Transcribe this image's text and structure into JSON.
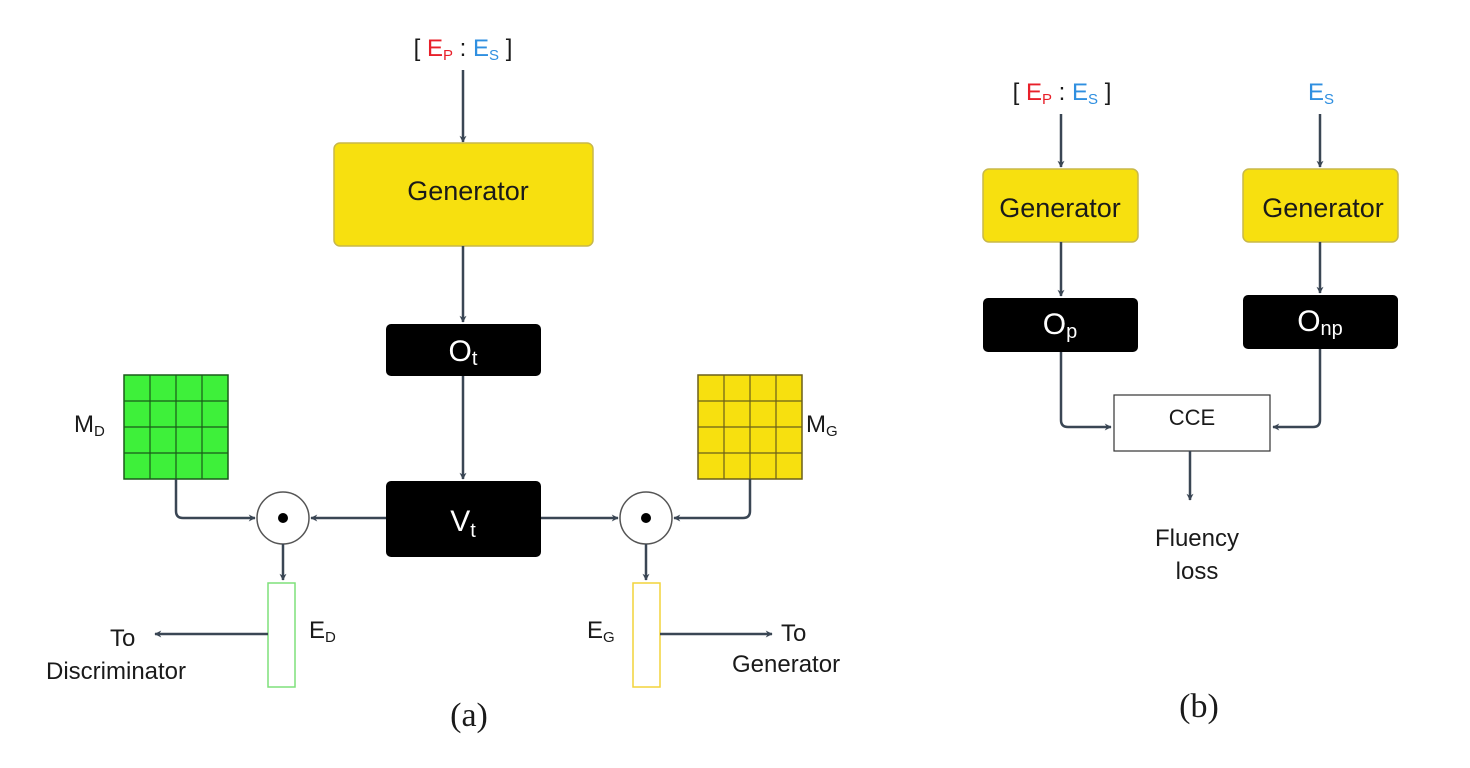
{
  "panel_a": {
    "input": {
      "open": "[",
      "ep": "E",
      "ep_sub": "P",
      "colon": ":",
      "es": "E",
      "es_sub": "S",
      "close": "]"
    },
    "generator": "Generator",
    "ot": {
      "main": "O",
      "sub": "t"
    },
    "vt": {
      "main": "V",
      "sub": "t"
    },
    "md": {
      "main": "M",
      "sub": "D"
    },
    "mg": {
      "main": "M",
      "sub": "G"
    },
    "ed": {
      "main": "E",
      "sub": "D"
    },
    "eg": {
      "main": "E",
      "sub": "G"
    },
    "to_disc": {
      "line1": "To",
      "line2": "Discriminator"
    },
    "to_gen": {
      "line1": "To",
      "line2": "Generator"
    },
    "caption": "(a)"
  },
  "panel_b": {
    "input_left": {
      "open": "[",
      "ep": "E",
      "ep_sub": "P",
      "colon": ":",
      "es": "E",
      "es_sub": "S",
      "close": "]"
    },
    "input_right": {
      "es": "E",
      "es_sub": "S"
    },
    "generator_left": "Generator",
    "generator_right": "Generator",
    "op": {
      "main": "O",
      "sub": "p"
    },
    "onp": {
      "main": "O",
      "sub": "np"
    },
    "cce": "CCE",
    "fluency": {
      "line1": "Fluency",
      "line2": "loss"
    },
    "caption": "(b)"
  },
  "colors": {
    "generator_fill": "#f7e00f",
    "generator_stroke": "#c8b84a",
    "md_fill": "#3ef03a",
    "mg_fill": "#f7e00f",
    "ed_stroke": "#7ee07a",
    "eg_stroke": "#f2d33a",
    "ep_color": "#e8202a",
    "es_color": "#2f8fe0"
  }
}
